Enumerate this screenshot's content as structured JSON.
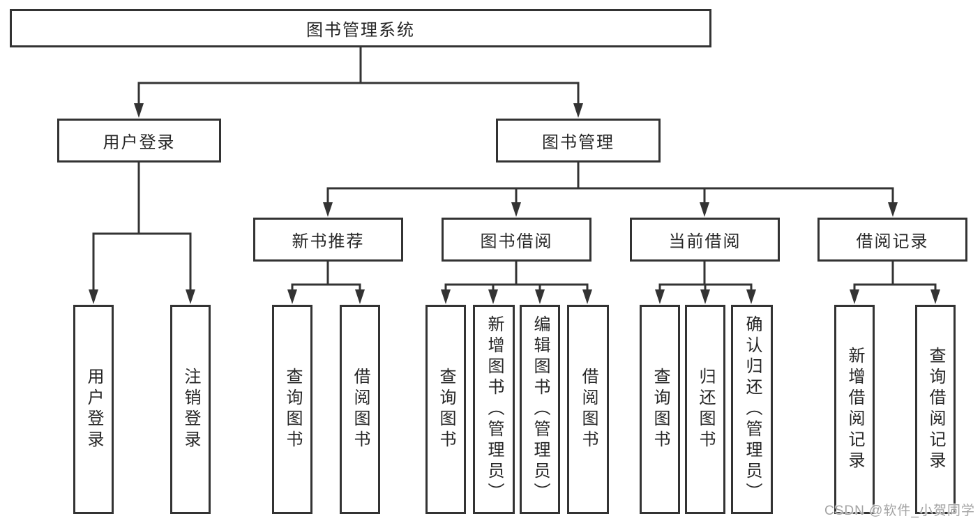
{
  "nodes": {
    "root": {
      "label": "图书管理系统",
      "children": [
        "用户登录",
        "图书管理"
      ]
    },
    "user_login": {
      "label": "用户登录",
      "children": [
        "用户登录",
        "注销登录"
      ]
    },
    "book_mgmt": {
      "label": "图书管理",
      "children": [
        "新书推荐",
        "图书借阅",
        "当前借阅",
        "借阅记录"
      ]
    },
    "new_book_rec": {
      "label": "新书推荐",
      "children": [
        "查询图书",
        "借阅图书"
      ]
    },
    "book_borrow": {
      "label": "图书借阅",
      "children": [
        "查询图书",
        "新增图书（管理员）",
        "编辑图书（管理员）",
        "借阅图书"
      ]
    },
    "current_borrow": {
      "label": "当前借阅",
      "children": [
        "查询图书",
        "归还图书",
        "确认归还（管理员）"
      ]
    },
    "borrow_record": {
      "label": "借阅记录",
      "children": [
        "新增借阅记录",
        "查询借阅记录"
      ]
    },
    "leaf_user_login": {
      "label": "用户登录"
    },
    "leaf_logout": {
      "label": "注销登录"
    },
    "rec_query": {
      "label": "查询图书"
    },
    "rec_borrow": {
      "label": "借阅图书"
    },
    "bb_query": {
      "label": "查询图书"
    },
    "bb_add": {
      "label": "新增图书（管理员）"
    },
    "bb_edit": {
      "label": "编辑图书（管理员）"
    },
    "bb_borrow": {
      "label": "借阅图书"
    },
    "cb_query": {
      "label": "查询图书"
    },
    "cb_return": {
      "label": "归还图书"
    },
    "cb_confirm": {
      "label": "确认归还（管理员）"
    },
    "br_add": {
      "label": "新增借阅记录"
    },
    "br_query": {
      "label": "查询借阅记录"
    }
  },
  "watermark": {
    "text": "CSDN @软件_小贺同学"
  },
  "colors": {
    "line": "#333333",
    "box_border": "#333333",
    "text": "#262626",
    "background": "#ffffff",
    "watermark": "#a3a3a3"
  }
}
